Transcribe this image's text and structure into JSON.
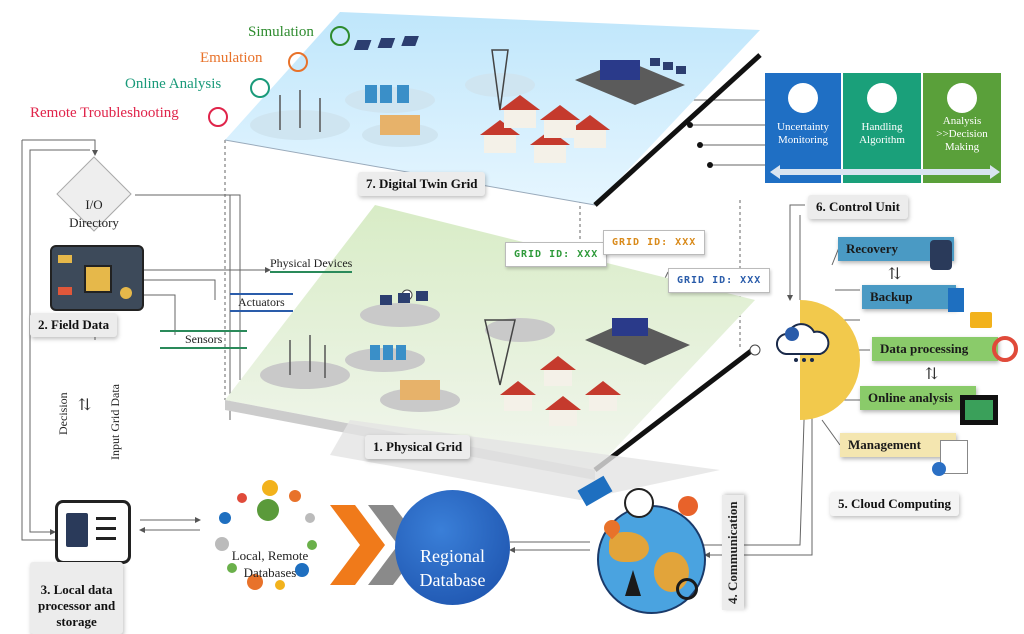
{
  "legend": {
    "simulation": "Simulation",
    "emulation": "Emulation",
    "online_analysis": "Online Analysis",
    "remote_troubleshooting": "Remote Troubleshooting",
    "colors": {
      "simulation": "#2e8b2e",
      "emulation": "#e8722a",
      "online_analysis": "#1a9a7a",
      "remote_troubleshooting": "#e0244a"
    }
  },
  "digital_twin_grid": "7.  Digital Twin Grid",
  "physical_grid": "1. Physical Grid",
  "io_directory": "I/O\nDirectory",
  "field_data": "2. Field Data",
  "physical_devices": "Physical Devices",
  "actuators": "Actuators",
  "sensors": "Sensors",
  "decision": "Decision",
  "input_grid_data": "Input Grid Data",
  "grid_ids": [
    "GRID ID: XXX",
    "GRID ID: XXX",
    "GRID ID: XXX"
  ],
  "grid_id_colors": [
    "#2e9a3a",
    "#d98a1a",
    "#2a5caa"
  ],
  "control_unit": {
    "title": "6. Control Unit",
    "cards": [
      {
        "label": "Uncertainty\nMonitoring",
        "color": "#1f6fc4"
      },
      {
        "label": "Handling\nAlgorithm",
        "color": "#1aa07a"
      },
      {
        "label": "Analysis\n>>Decision\nMaking",
        "color": "#5aa03a"
      }
    ]
  },
  "cloud": {
    "title": "5. Cloud Computing",
    "items": [
      "Recovery",
      "Backup",
      "Data processing",
      "Online analysis",
      "Management"
    ]
  },
  "local_processor": "3. Local data\nprocessor and\nstorage",
  "local_remote_db": "Local, Remote\nDatabases",
  "regional_db": "Regional\nDatabase",
  "communication": "4. Communication"
}
